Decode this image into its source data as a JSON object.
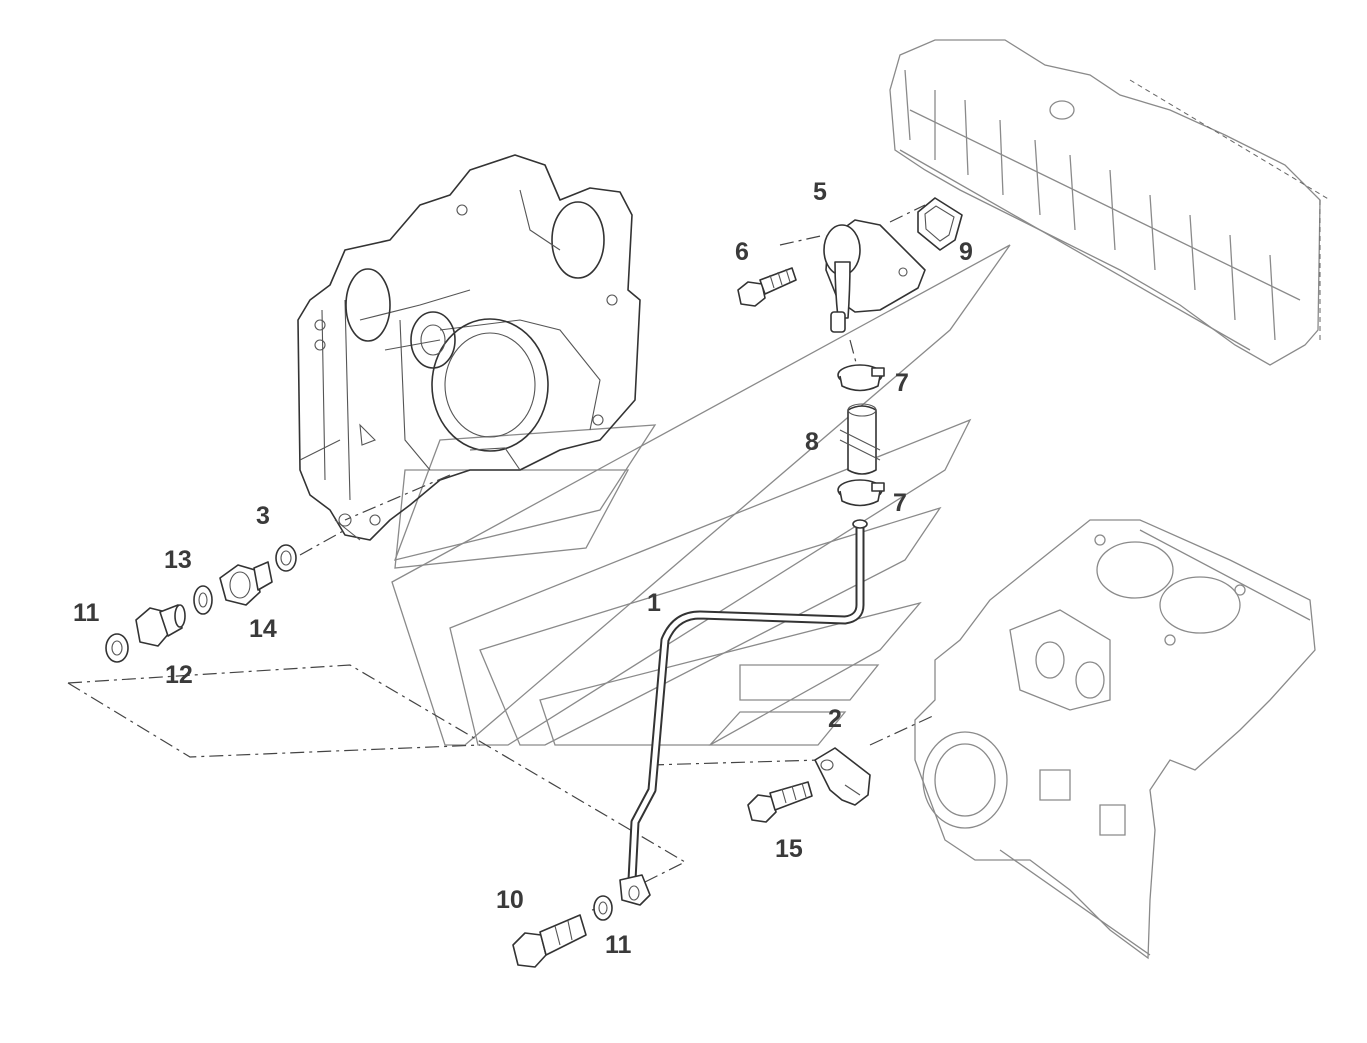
{
  "callouts": {
    "c1": "1",
    "c2": "2",
    "c3": "3",
    "c5": "5",
    "c6": "6",
    "c7a": "7",
    "c7b": "7",
    "c8": "8",
    "c9": "9",
    "c10": "10",
    "c11a": "11",
    "c11b": "11",
    "c12": "12",
    "c13": "13",
    "c14": "14",
    "c15": "15"
  }
}
